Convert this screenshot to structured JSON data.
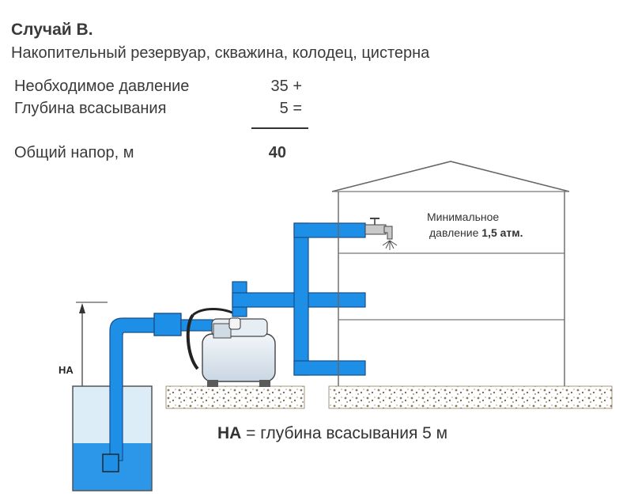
{
  "heading": {
    "title": "Случай В.",
    "subtitle": "Накопительный резервуар, скважина, колодец, цистерна"
  },
  "calculation": {
    "rows": [
      {
        "label": "Необходимое давление",
        "value": "35 +"
      },
      {
        "label": "Глубина всасывания",
        "value": "5 ="
      }
    ],
    "total_label": "Общий напор, м",
    "total_value": "40"
  },
  "diagram": {
    "note_line1": "Минимальное",
    "note_line2": "давление",
    "note_value": "1,5 атм.",
    "ha_label": "НА",
    "legend_term": "НА",
    "legend_text": " = глубина всасывания 5 м",
    "colors": {
      "pipe": "#1e8fe6",
      "pipe_outline": "#1a4f8a",
      "water": "#2c97e8",
      "ground": "#8a7a60"
    }
  }
}
